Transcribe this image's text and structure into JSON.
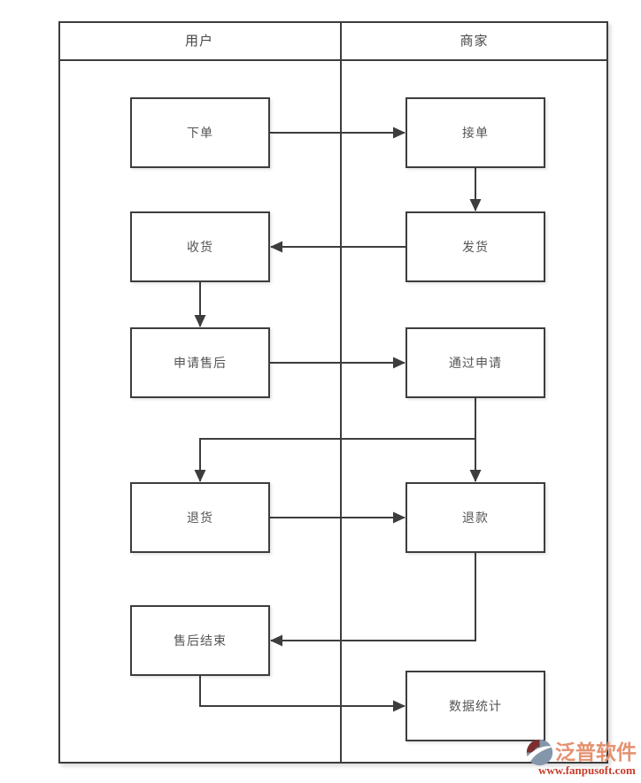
{
  "diagram": {
    "type": "swimlane-flowchart",
    "lanes": [
      {
        "label": "用户"
      },
      {
        "label": "商家"
      }
    ],
    "nodes": [
      {
        "id": "place-order",
        "label": "下单",
        "lane": "用户"
      },
      {
        "id": "accept-order",
        "label": "接单",
        "lane": "商家"
      },
      {
        "id": "receive-goods",
        "label": "收货",
        "lane": "用户"
      },
      {
        "id": "ship-goods",
        "label": "发货",
        "lane": "商家"
      },
      {
        "id": "apply-aftersales",
        "label": "申请售后",
        "lane": "用户"
      },
      {
        "id": "approve-request",
        "label": "通过申请",
        "lane": "商家"
      },
      {
        "id": "return-goods",
        "label": "退货",
        "lane": "用户"
      },
      {
        "id": "refund",
        "label": "退款",
        "lane": "商家"
      },
      {
        "id": "aftersales-end",
        "label": "售后结束",
        "lane": "用户"
      },
      {
        "id": "data-statistics",
        "label": "数据统计",
        "lane": "商家"
      }
    ],
    "edges": [
      {
        "from": "下单",
        "to": "接单"
      },
      {
        "from": "接单",
        "to": "发货"
      },
      {
        "from": "发货",
        "to": "收货"
      },
      {
        "from": "收货",
        "to": "申请售后"
      },
      {
        "from": "申请售后",
        "to": "通过申请"
      },
      {
        "from": "通过申请",
        "to": "退货"
      },
      {
        "from": "通过申请",
        "to": "退款"
      },
      {
        "from": "退货",
        "to": "退款"
      },
      {
        "from": "退款",
        "to": "售后结束"
      },
      {
        "from": "售后结束",
        "to": "数据统计"
      }
    ],
    "colors": {
      "line": "#3d3d3d",
      "node_text": "#555555",
      "header_text": "#474747",
      "background": "#ffffff"
    }
  },
  "watermark": {
    "brand": "泛普软件",
    "url": "www.fanpusoft.com",
    "brand_color": "#e5916f",
    "url_color": "#c63b2b"
  }
}
